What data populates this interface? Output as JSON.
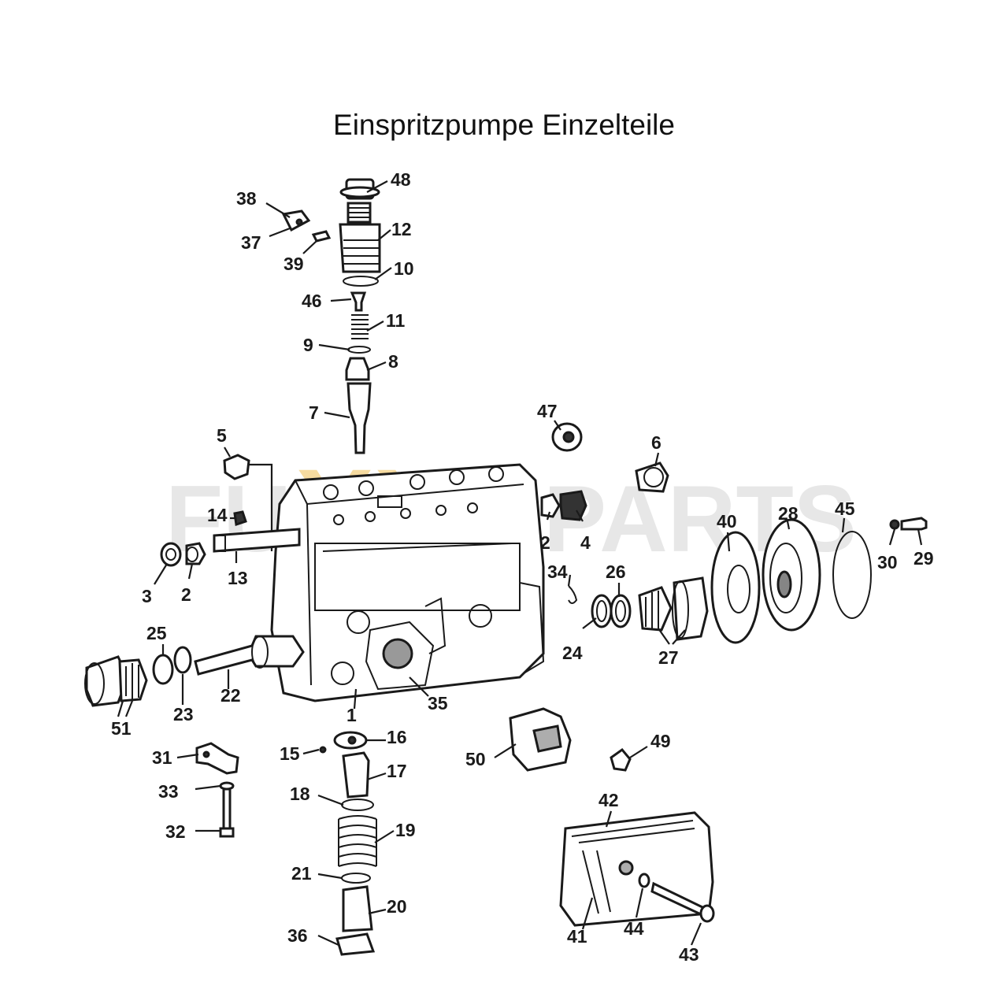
{
  "title": "Einspritzpumpe Einzelteile",
  "watermark": {
    "left": "FU",
    "middle": "XX",
    "right": "PARTS"
  },
  "labels": [
    "1",
    "2",
    "2",
    "3",
    "4",
    "5",
    "6",
    "7",
    "8",
    "9",
    "10",
    "11",
    "12",
    "13",
    "14",
    "15",
    "16",
    "17",
    "18",
    "19",
    "20",
    "21",
    "22",
    "23",
    "24",
    "25",
    "26",
    "27",
    "28",
    "29",
    "30",
    "31",
    "32",
    "33",
    "34",
    "35",
    "36",
    "37",
    "38",
    "39",
    "40",
    "41",
    "42",
    "43",
    "44",
    "45",
    "46",
    "47",
    "48",
    "49",
    "50",
    "51"
  ],
  "colors": {
    "ink": "#1a1a1a",
    "watermark_grey": "#d9d9d9",
    "watermark_gold": "#f2c76b"
  }
}
